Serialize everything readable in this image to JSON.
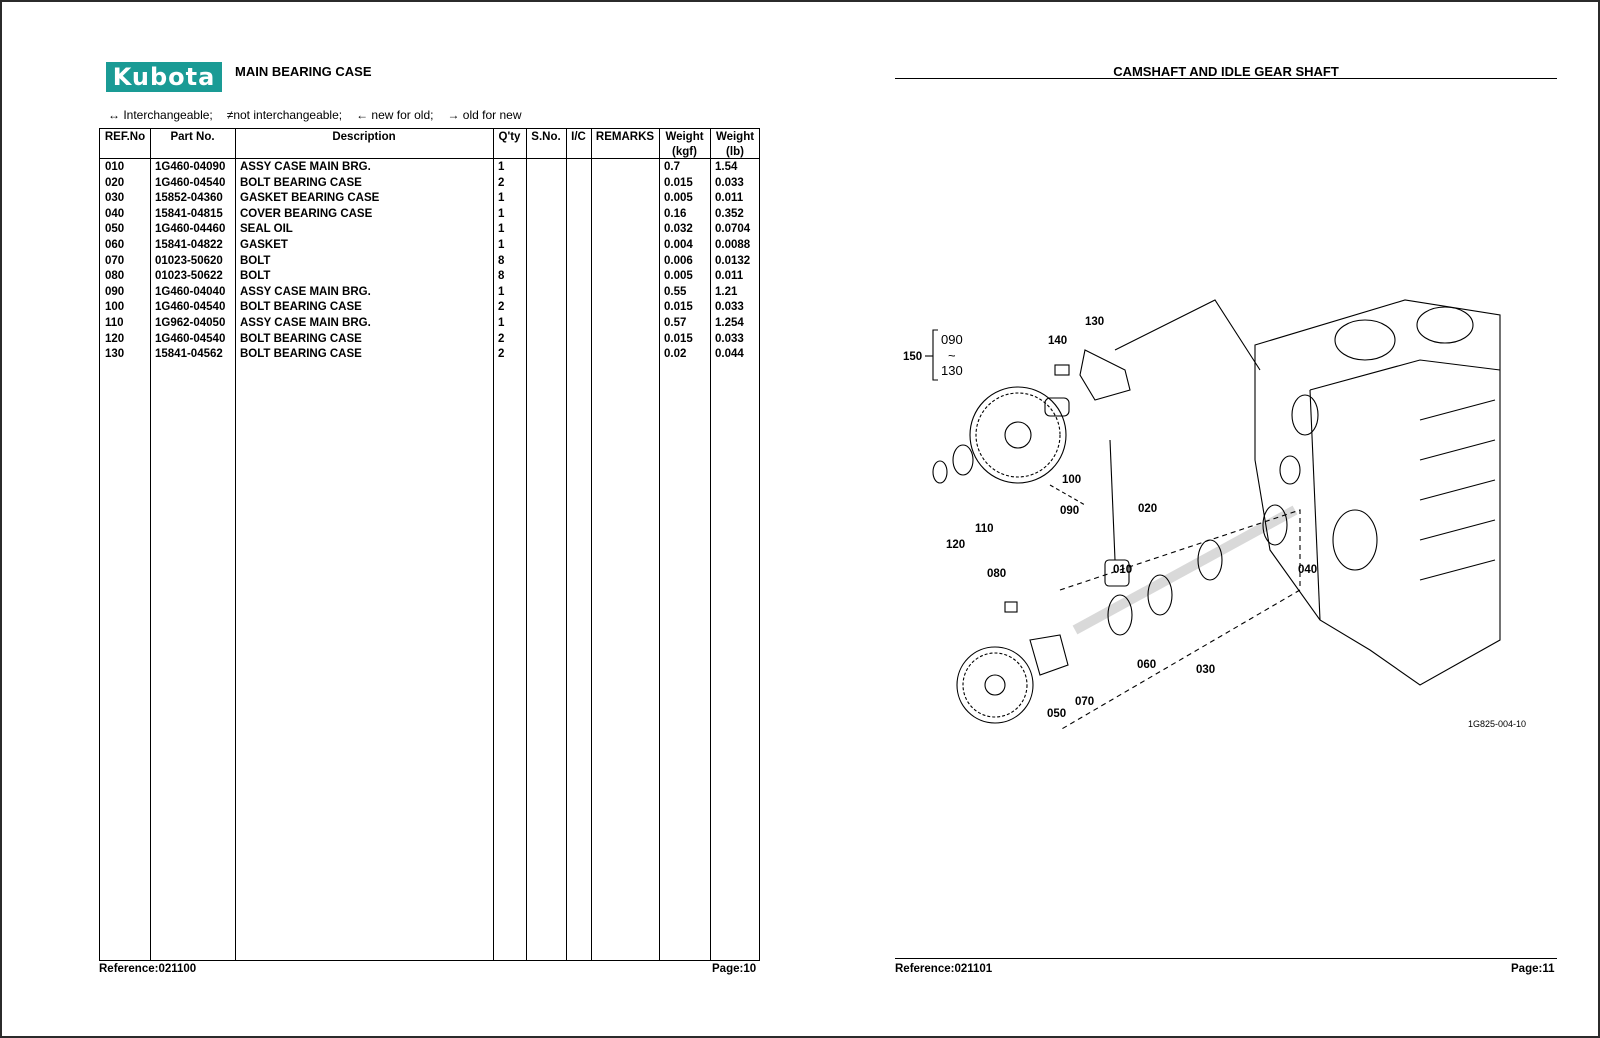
{
  "left_page": {
    "logo": "Kubota",
    "title": "MAIN BEARING CASE",
    "legend": [
      "↔ Interchangeable;",
      "≠not interchangeable;",
      "← new for old;",
      "→ old for new"
    ],
    "headers": {
      "ref": "REF.No",
      "part": "Part No.",
      "desc": "Description",
      "qty": "Q'ty",
      "sno": "S.No.",
      "ic": "I/C",
      "remarks": "REMARKS",
      "wkgf": "Weight (kgf)",
      "wlb": "Weight (lb)"
    },
    "rows": [
      {
        "ref": "010",
        "part": "1G460-04090",
        "desc": "ASSY CASE MAIN BRG.",
        "qty": "1",
        "kgf": "0.7",
        "lb": "1.54"
      },
      {
        "ref": "020",
        "part": "1G460-04540",
        "desc": "BOLT BEARING CASE",
        "qty": "2",
        "kgf": "0.015",
        "lb": "0.033"
      },
      {
        "ref": "030",
        "part": "15852-04360",
        "desc": "GASKET BEARING CASE",
        "qty": "1",
        "kgf": "0.005",
        "lb": "0.011"
      },
      {
        "ref": "040",
        "part": "15841-04815",
        "desc": "COVER BEARING CASE",
        "qty": "1",
        "kgf": "0.16",
        "lb": "0.352"
      },
      {
        "ref": "050",
        "part": "1G460-04460",
        "desc": "SEAL OIL",
        "qty": "1",
        "kgf": "0.032",
        "lb": "0.0704"
      },
      {
        "ref": "060",
        "part": "15841-04822",
        "desc": "GASKET",
        "qty": "1",
        "kgf": "0.004",
        "lb": "0.0088"
      },
      {
        "ref": "070",
        "part": "01023-50620",
        "desc": "BOLT",
        "qty": "8",
        "kgf": "0.006",
        "lb": "0.0132"
      },
      {
        "ref": "080",
        "part": "01023-50622",
        "desc": "BOLT",
        "qty": "8",
        "kgf": "0.005",
        "lb": "0.011"
      },
      {
        "ref": "090",
        "part": "1G460-04040",
        "desc": "ASSY CASE MAIN BRG.",
        "qty": "1",
        "kgf": "0.55",
        "lb": "1.21"
      },
      {
        "ref": "100",
        "part": "1G460-04540",
        "desc": "BOLT BEARING CASE",
        "qty": "2",
        "kgf": "0.015",
        "lb": "0.033"
      },
      {
        "ref": "110",
        "part": "1G962-04050",
        "desc": "ASSY CASE MAIN BRG.",
        "qty": "1",
        "kgf": "0.57",
        "lb": "1.254"
      },
      {
        "ref": "120",
        "part": "1G460-04540",
        "desc": "BOLT BEARING CASE",
        "qty": "2",
        "kgf": "0.015",
        "lb": "0.033"
      },
      {
        "ref": "130",
        "part": "15841-04562",
        "desc": "BOLT BEARING CASE",
        "qty": "2",
        "kgf": "0.02",
        "lb": "0.044"
      }
    ],
    "reference": "Reference:021100",
    "page": "Page:10"
  },
  "right_page": {
    "title": "CAMSHAFT AND IDLE GEAR SHAFT",
    "callouts": [
      "010",
      "020",
      "030",
      "040",
      "050",
      "060",
      "070",
      "080",
      "090",
      "100",
      "110",
      "120",
      "130",
      "140",
      "150"
    ],
    "range_top": "090",
    "range_sep": "~",
    "range_bottom": "130",
    "drawing_code": "1G825-004-10",
    "reference": "Reference:021101",
    "page": "Page:11"
  },
  "colors": {
    "logo_bg": "#1a9b95"
  }
}
